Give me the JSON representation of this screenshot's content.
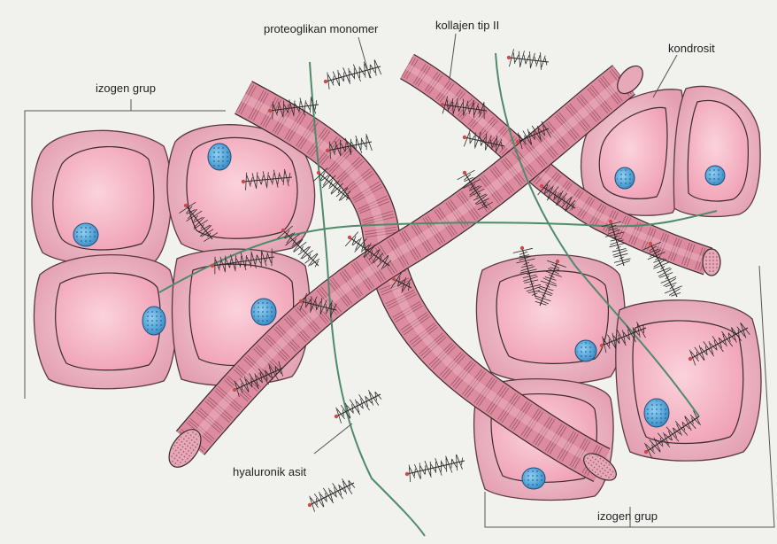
{
  "labels": {
    "proteoglycan": "proteoglikan monomer",
    "collagen": "kollajen tip II",
    "chondrocyte": "kondrosit",
    "isogenous_group_left": "izogen grup",
    "isogenous_group_right": "izogen grup",
    "hyaluronic_acid": "hyaluronik asit"
  },
  "colors": {
    "background": "#f1f1ee",
    "cell_matrix": "#e6a9b8",
    "cell_body": "#f3bccb",
    "nucleus": "#6ab3df",
    "collagen": "#dd8c9f",
    "collagen_stripe": "#8e4a5c",
    "hyaluronan": "#4f8a6a",
    "proteoglycan": "#2a2a2a",
    "link": "#cc4a4a"
  },
  "icons": {
    "nucleus": "cell-nucleus-icon",
    "proteoglycan": "bottlebrush-icon"
  }
}
